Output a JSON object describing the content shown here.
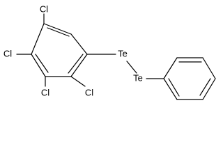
{
  "molecule": {
    "atoms": {
      "cl_top": "Cl",
      "cl_left": "Cl",
      "cl_bottom_left": "Cl",
      "cl_bottom_right": "Cl",
      "te_1": "Te",
      "te_2": "Te"
    },
    "colors": {
      "bond": "#000000",
      "label": "#000000",
      "background": "#ffffff"
    }
  }
}
